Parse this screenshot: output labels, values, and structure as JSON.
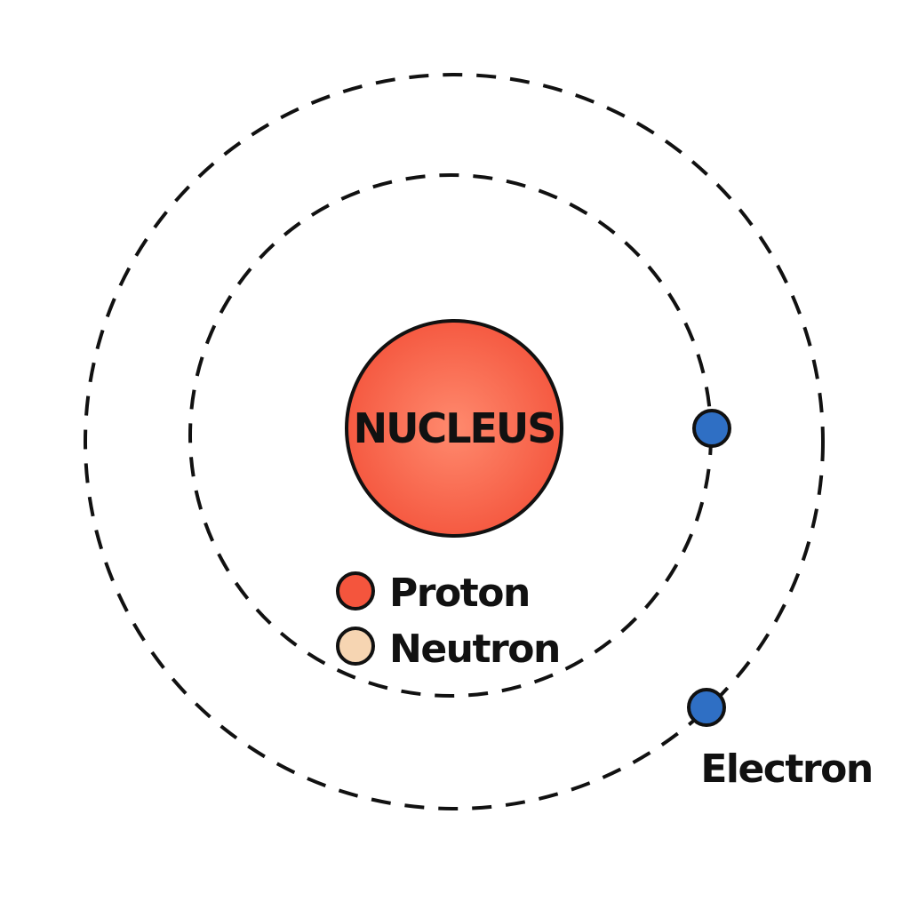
{
  "nucleus": {
    "label": "NUCLEUS",
    "color_center": "#ff8a6e",
    "color_edge": "#f4553d"
  },
  "legend": {
    "items": [
      {
        "label": "Proton",
        "color": "#f4553d"
      },
      {
        "label": "Neutron",
        "color": "#f6d5b2"
      }
    ]
  },
  "electron": {
    "label": "Electron",
    "color": "#2f6fc4"
  },
  "outline_color": "#111111"
}
